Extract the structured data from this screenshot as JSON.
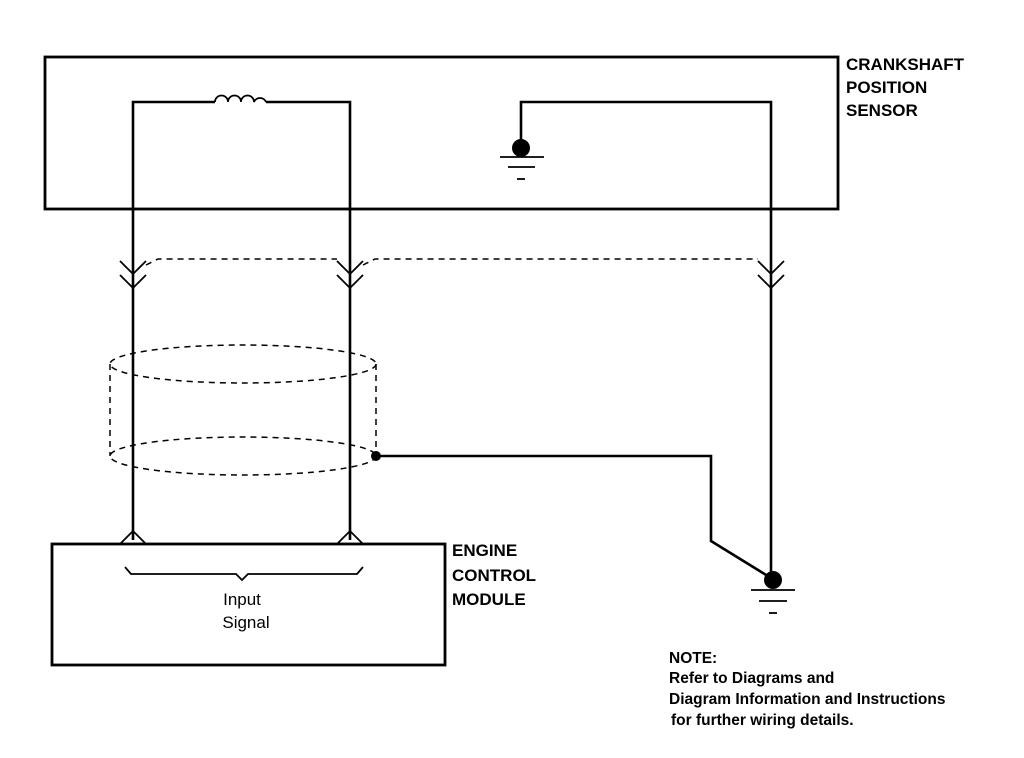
{
  "components": {
    "sensor": {
      "lines": [
        "CRANKSHAFT",
        "POSITION",
        "SENSOR"
      ]
    },
    "ecm": {
      "lines": [
        "ENGINE",
        "CONTROL",
        "MODULE"
      ]
    },
    "input_signal": {
      "lines": [
        "Input",
        "Signal"
      ]
    },
    "ground_symbol_text": "–"
  },
  "note": {
    "heading": "NOTE:",
    "lines": [
      "Refer to Diagrams and",
      "Diagram Information and Instructions",
      "for further wiring details."
    ]
  }
}
